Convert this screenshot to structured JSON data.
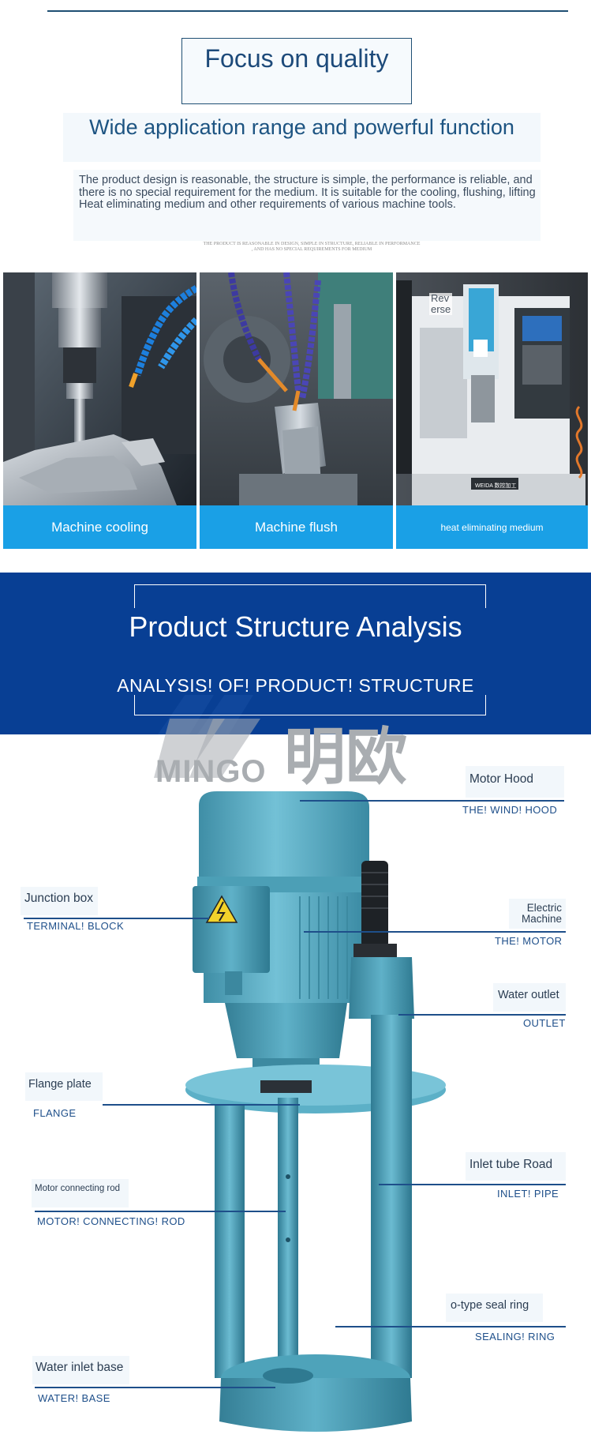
{
  "quality": {
    "title": "Focus on quality",
    "subtitle": "Wide application range and powerful function",
    "description": "The product design is reasonable, the structure is simple, the performance is reliable, and there is no special requirement for the medium. It is suitable for the cooling, flushing, lifting Heat eliminating medium and other requirements of various machine tools.",
    "small_note_line1": "THE PRODUCT IS REASONABLE IN DESIGN, SIMPLE IN STRUCTURE, RELIABLE IN PERFORMANCE",
    "small_note_line2": ", AND HAS NO SPECIAL REQUIREMENTS FOR MEDIUM"
  },
  "applications": [
    {
      "label": "Machine cooling"
    },
    {
      "label": "Machine flush"
    },
    {
      "label": "heat eliminating medium",
      "overlay_text": "Rev\nerse",
      "machine_brand": "WEIDA 数控加工"
    }
  ],
  "structure": {
    "title": "Product Structure Analysis",
    "subtitle": "ANALYSIS!  OF!  PRODUCT!  STRUCTURE",
    "watermark_latin": "MINGO",
    "watermark_cjk": "明欧"
  },
  "parts": {
    "motor_hood": {
      "label": "Motor Hood",
      "sub": "THE!  WIND!  HOOD"
    },
    "junction_box": {
      "label": "Junction box",
      "sub": "TERMINAL!  BLOCK"
    },
    "electric_machine": {
      "label_line1": "Electric",
      "label_line2": "Machine",
      "sub": "THE!  MOTOR"
    },
    "water_outlet": {
      "label": "Water outlet",
      "sub": "OUTLET"
    },
    "flange_plate": {
      "label": "Flange plate",
      "sub": "FLANGE"
    },
    "inlet_tube": {
      "label": "Inlet tube Road",
      "sub": "INLET!  PIPE"
    },
    "motor_rod": {
      "label": "Motor connecting rod",
      "sub": "MOTOR!  CONNECTING!  ROD"
    },
    "seal_ring": {
      "label": "o-type seal ring",
      "sub": "SEALING!  RING"
    },
    "water_base": {
      "label": "Water inlet base",
      "sub": "WATER!  BASE"
    }
  },
  "colors": {
    "navy": "#1d4a7a",
    "banner_blue": "#083f94",
    "label_blue": "#1aa0e6",
    "pump_teal": "#5ab0c8"
  }
}
